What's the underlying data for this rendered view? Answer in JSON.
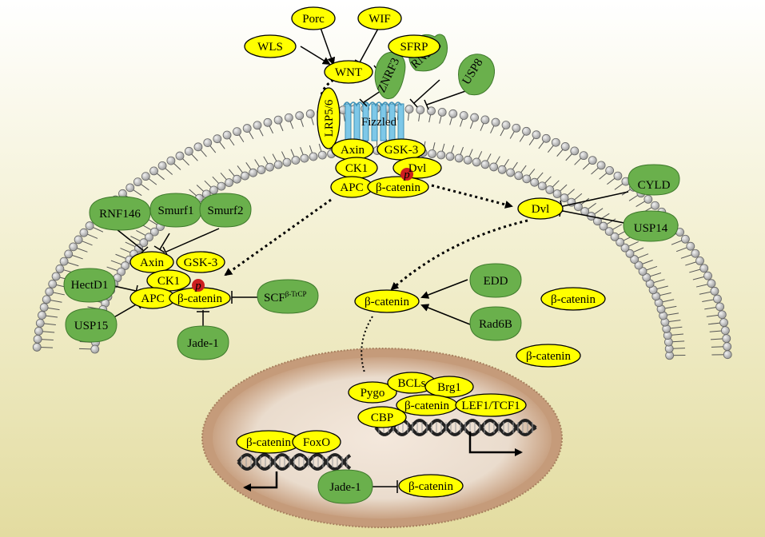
{
  "colors": {
    "bg_top": "#ffffff",
    "bg_bottom": "#e6e0a8",
    "yellow": "#ffff00",
    "green": "#6ab04c",
    "membrane_head": "#c0c0c0",
    "nucleus": "#d9b9a0",
    "receptor": "#7ec8e8",
    "phospho": "#cc1f1f"
  },
  "labels": {
    "porc": "Porc",
    "wif": "WIF",
    "wls": "WLS",
    "sfrp": "SFRP",
    "wnt": "WNT",
    "znrf3": "ZNRF3",
    "rnf43": "RNF43",
    "usp8": "USP8",
    "lrp": "LRP5/6",
    "fizzled": "Fizzled",
    "axin_top": "Axin",
    "gsk_top": "GSK-3",
    "ck1_top": "CK1",
    "dvl_top": "Dvl",
    "apc_top": "APC",
    "bcat_top": "β-catenin",
    "p_top": "p",
    "dvl_mid": "Dvl",
    "cyld": "CYLD",
    "usp14": "USP14",
    "rnf146": "RNF146",
    "smurf1": "Smurf1",
    "smurf2": "Smurf2",
    "axin_left": "Axin",
    "gsk_left": "GSK-3",
    "ck1_left": "CK1",
    "apc_left": "APC",
    "bcat_left": "β-catenin",
    "p_left": "p",
    "hectd1": "HectD1",
    "usp15": "USP15",
    "scf": "SCF",
    "scf_sup": "β-TrCP",
    "jade1_left": "Jade-1",
    "bcat_cyto": "β-catenin",
    "edd": "EDD",
    "rad6b": "Rad6B",
    "bcat_free1": "β-catenin",
    "bcat_free2": "β-catenin",
    "pygo": "Pygo",
    "bcls": "BCLs",
    "brg1": "Brg1",
    "cbp": "CBP",
    "bcat_nuc": "β-catenin",
    "lef": "LEF1/TCF1",
    "bcat_foxo": "β-catenin",
    "foxo": "FoxO",
    "jade1_nuc": "Jade-1",
    "bcat_nuc2": "β-catenin"
  }
}
